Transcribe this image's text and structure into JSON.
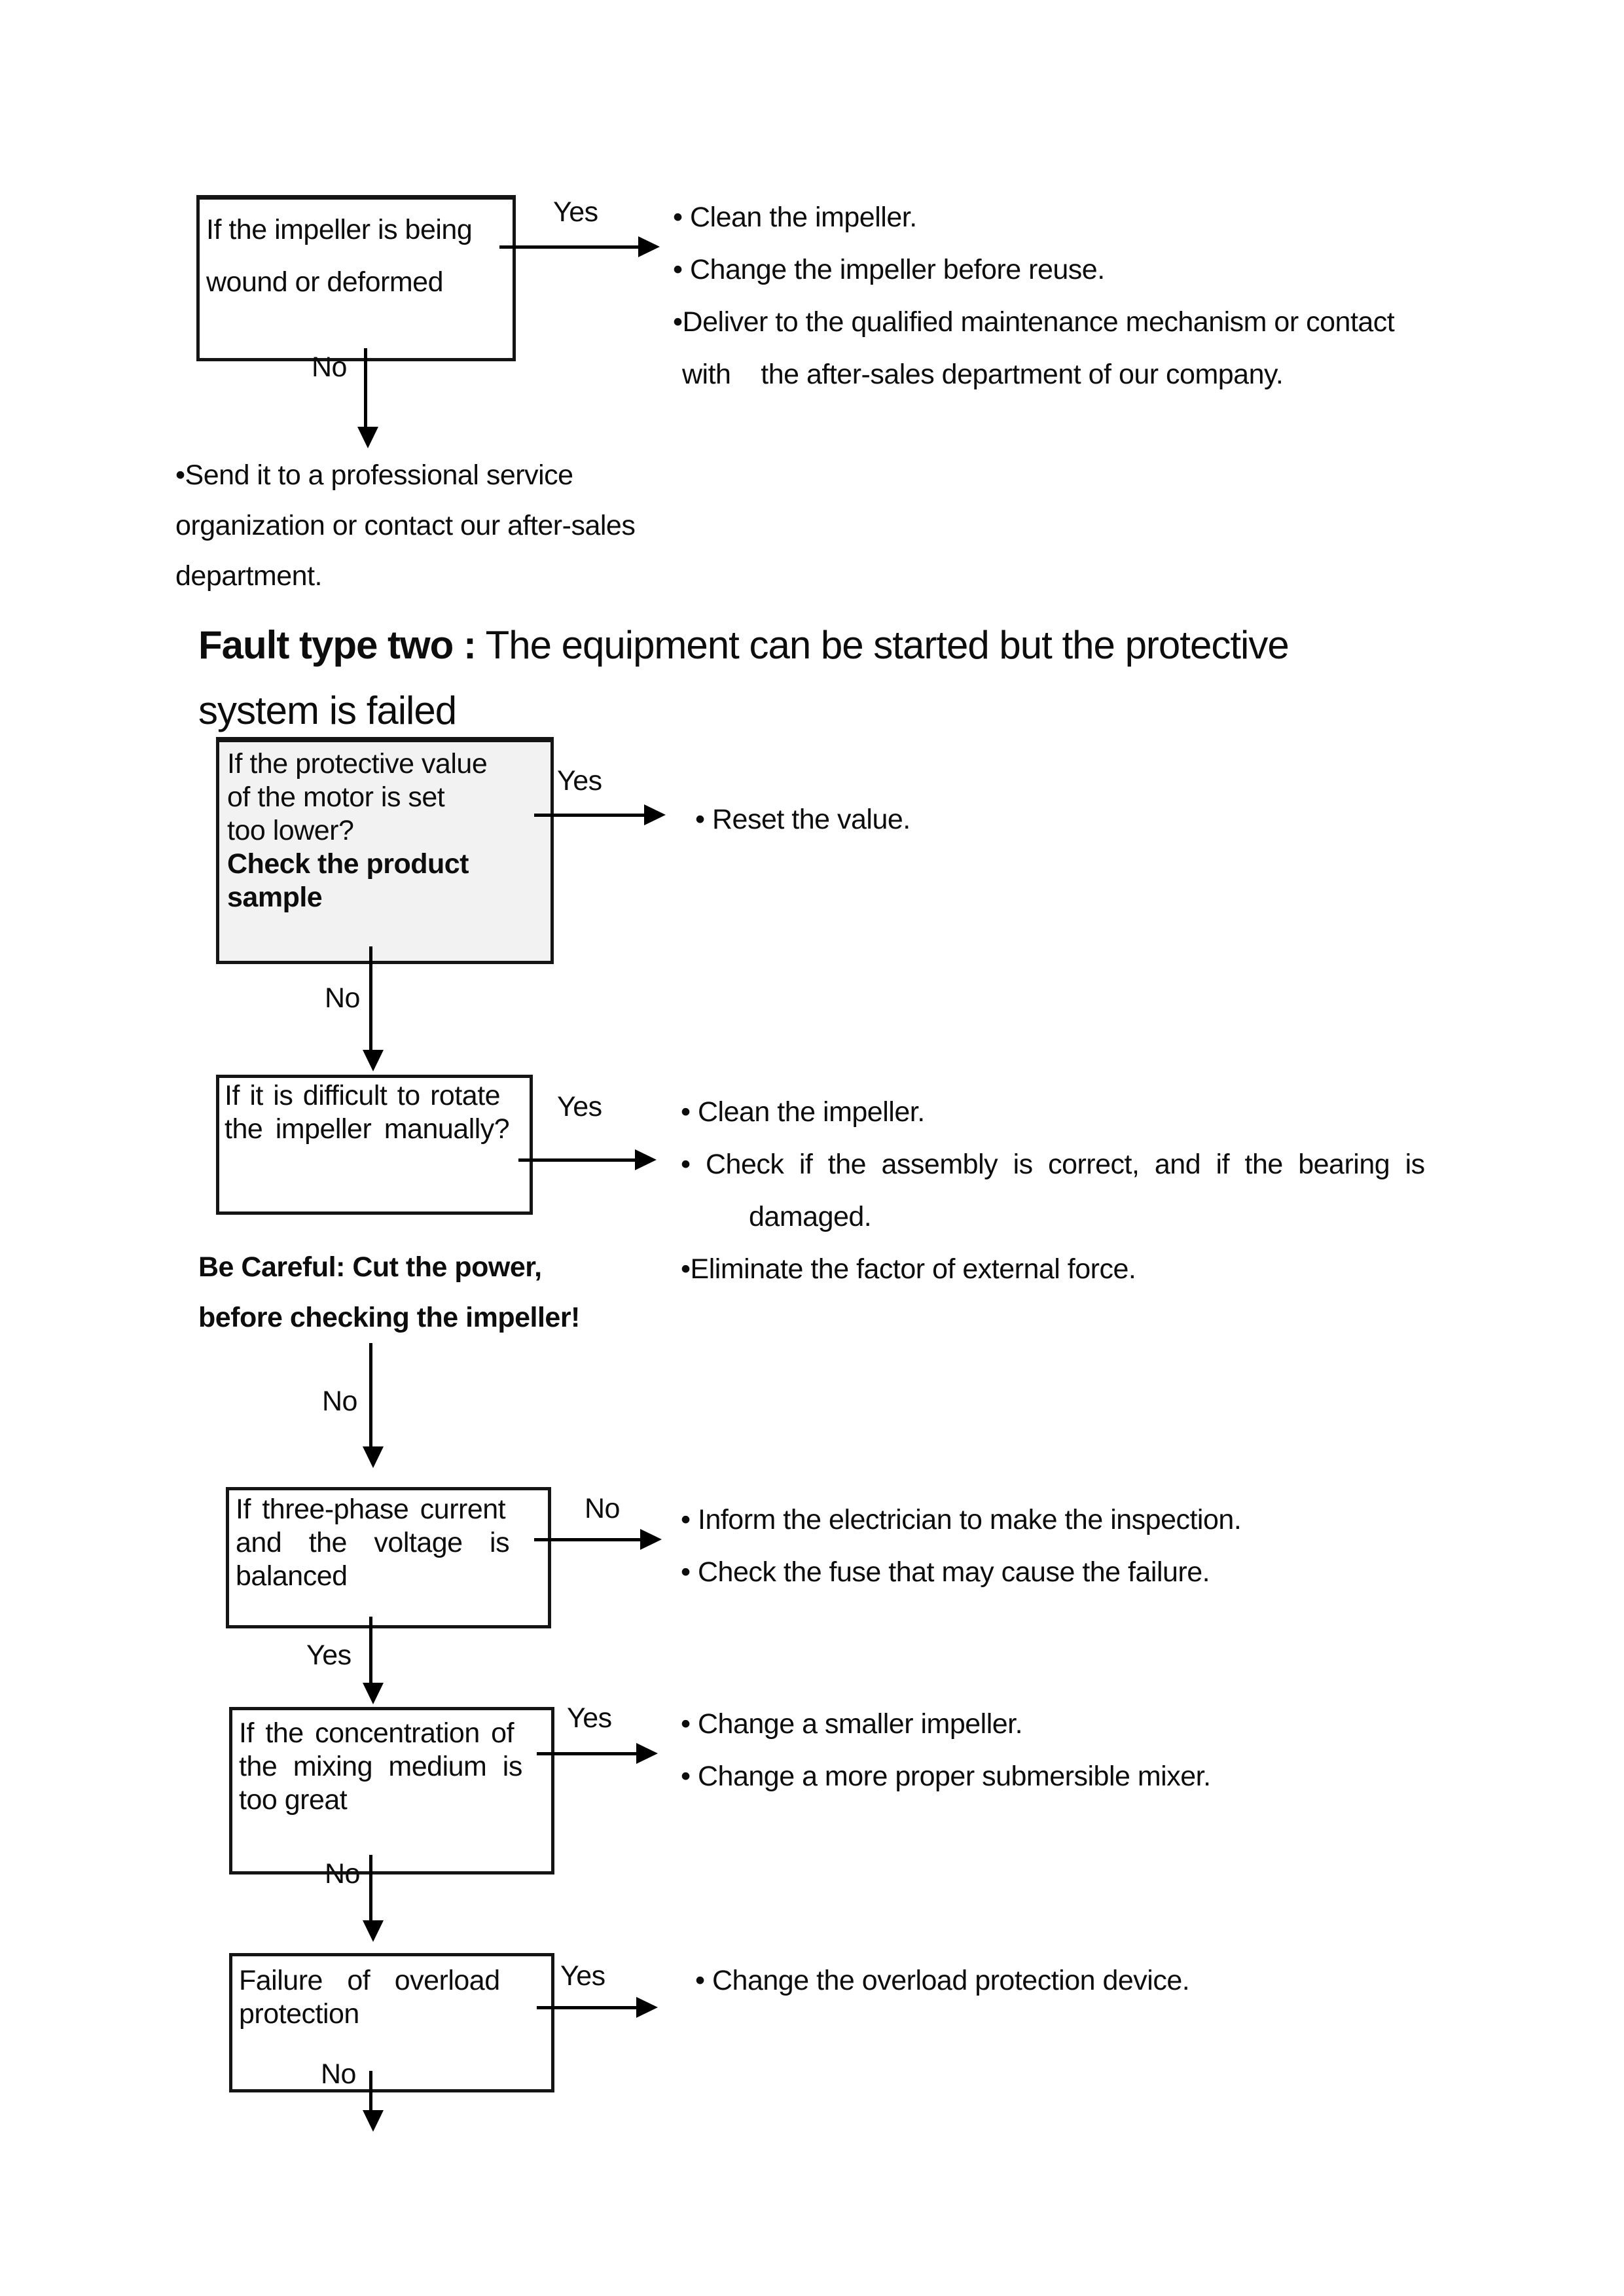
{
  "labels": {
    "yes": "Yes",
    "no": "No"
  },
  "colors": {
    "ink": "#0d0d0d",
    "box_fill_highlight": "#f2f2f2"
  },
  "section1": {
    "box": {
      "lines": [
        "If the impeller is being",
        "wound or deformed"
      ]
    },
    "yes_outcomes": [
      "• Clean the impeller.",
      "• Change the impeller before reuse.",
      "•Deliver to the qualified maintenance mechanism or contact",
      "with    the after-sales department of our company."
    ],
    "no_outcomes": [
      "•Send it to a professional service",
      "organization or contact our after-sales",
      "department."
    ]
  },
  "heading": {
    "bold": "Fault type two :",
    "line1_rest": " The equipment can be started but the protective",
    "line2": "system is failed"
  },
  "section2": {
    "protective_box": {
      "lines": [
        "If the protective value",
        "of the motor is set",
        "too lower?"
      ],
      "bold_lines": [
        "Check the product",
        "sample"
      ]
    },
    "protective_outcomes": [
      "• Reset the value."
    ],
    "rotate_box": {
      "lines": [
        "If it is difficult to rotate",
        "the impeller manually?"
      ]
    },
    "rotate_outcomes": [
      "• Clean the impeller.",
      "• Check if the assembly is correct, and if the bearing is",
      "damaged.",
      "•Eliminate the factor of external force."
    ],
    "warning_lines": [
      "Be Careful: Cut the power,",
      "before checking the impeller!"
    ],
    "phase_box": {
      "lines": [
        "If three-phase current",
        "and the voltage is",
        "balanced"
      ]
    },
    "phase_outcomes": [
      "• Inform the electrician to make the inspection.",
      "• Check the fuse that may cause the failure."
    ],
    "concentration_box": {
      "lines": [
        "If the concentration of",
        "the mixing medium is",
        "too great"
      ]
    },
    "concentration_outcomes": [
      "• Change a smaller impeller.",
      "• Change a more proper submersible mixer."
    ],
    "overload_box": {
      "lines": [
        "Failure of overload",
        "protection"
      ]
    },
    "overload_outcomes": [
      "• Change the overload protection device."
    ]
  }
}
